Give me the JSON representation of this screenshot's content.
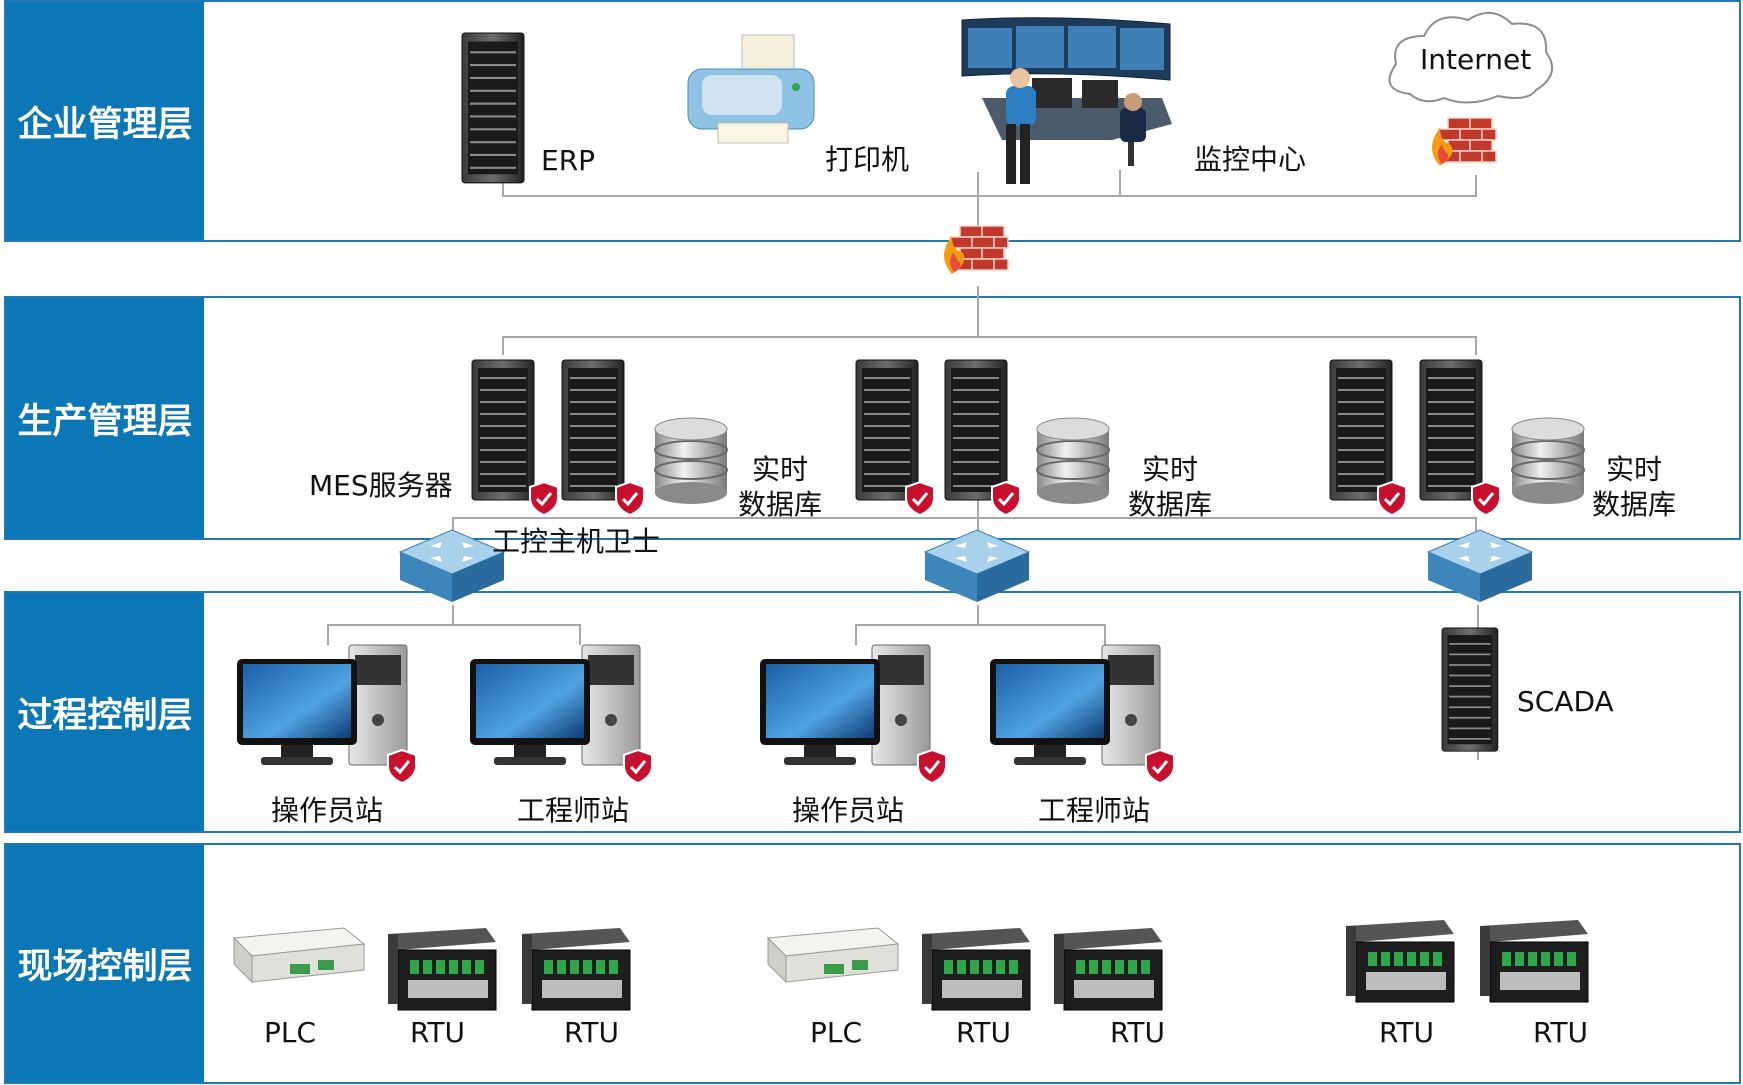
{
  "layers": {
    "enterprise": "企业管理层",
    "production": "生产管理层",
    "process": "过程控制层",
    "field": "现场控制层"
  },
  "enterprise": {
    "erp": "ERP",
    "printer": "打印机",
    "monitor_center": "监控中心",
    "internet": "Internet"
  },
  "production": {
    "mes_server": "MES服务器",
    "host_guard": "工控主机卫士",
    "realtime_db_1": "实时",
    "realtime_db_2": "数据库"
  },
  "process": {
    "operator_station": "操作员站",
    "engineer_station": "工程师站",
    "scada": "SCADA"
  },
  "field": {
    "plc": "PLC",
    "rtu": "RTU"
  },
  "colors": {
    "layer_label_bg": "#0b77b6",
    "border": "#1f7ab3",
    "wire": "#a8a8a8",
    "firewall": "#c0392b",
    "shield": "#c8102e"
  }
}
